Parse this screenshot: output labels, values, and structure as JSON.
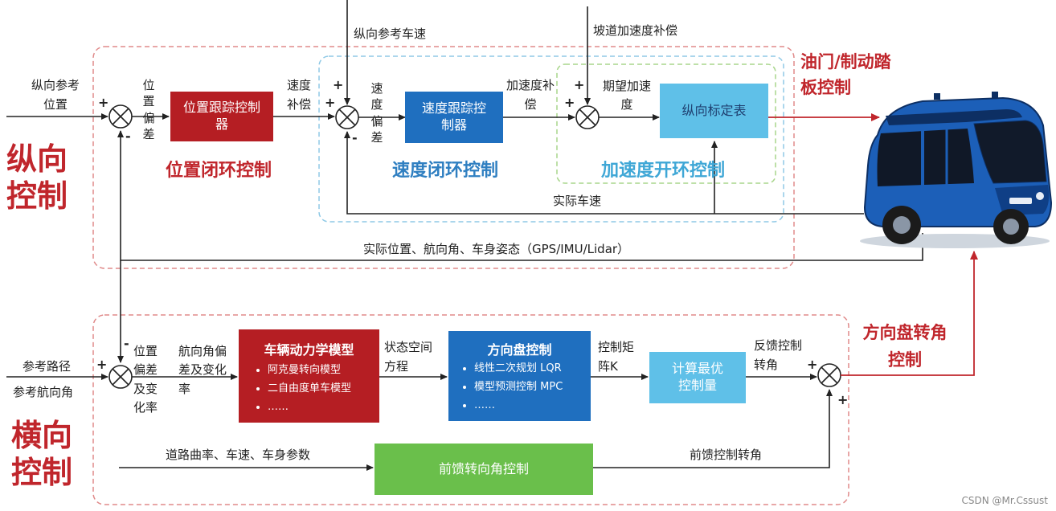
{
  "longitudinal": {
    "side_title": "纵向控制",
    "input_ref_position": "纵向参考位置",
    "input_ref_speed": "纵向参考车速",
    "input_slope_comp": "坡道加速度补偿",
    "pos_error": "位置偏差",
    "pos_controller": "位置跟踪控制器",
    "speed_comp": "速度补偿",
    "speed_error": "速度偏差",
    "speed_controller": "速度跟踪控制器",
    "accel_comp": "加速度补偿",
    "desired_accel": "期望加速度",
    "calib_table": "纵向标定表",
    "output": "油门/制动踏板控制",
    "pos_loop_title": "位置闭环控制",
    "speed_loop_title": "速度闭环控制",
    "accel_loop_title": "加速度开环控制",
    "actual_speed": "实际车速",
    "feedback": "实际位置、航向角、车身姿态（GPS/IMU/Lidar）"
  },
  "lateral": {
    "side_title": "横向控制",
    "input_ref_path": "参考路径",
    "input_ref_heading": "参考航向角",
    "pos_error": "位置偏差及变化率",
    "heading_error": "航向角偏差及变化率",
    "dynamics_title": "车辆动力学模型",
    "dynamics_items": [
      "阿克曼转向模型",
      "二自由度单车模型",
      "……"
    ],
    "state_space": "状态空间方程",
    "steer_title": "方向盘控制",
    "steer_items": [
      "线性二次规划 LQR",
      "模型预测控制 MPC",
      "……"
    ],
    "control_matrix": "控制矩阵K",
    "optimal": "计算最优控制量",
    "feedback_angle": "反馈控制转角",
    "road_info": "道路曲率、车速、车身参数",
    "feedforward_box": "前馈转向角控制",
    "feedforward_angle": "前馈控制转角",
    "output": "方向盘转角控制"
  },
  "signs": {
    "plus": "+",
    "minus": "-"
  },
  "watermark": "CSDN @Mr.Cssust",
  "colors": {
    "red_box": "#b51e23",
    "blue_box": "#1f6fbf",
    "light_blue_box": "#5fc0e8",
    "green_box": "#6abf4b",
    "accent_red": "#c0262c"
  }
}
